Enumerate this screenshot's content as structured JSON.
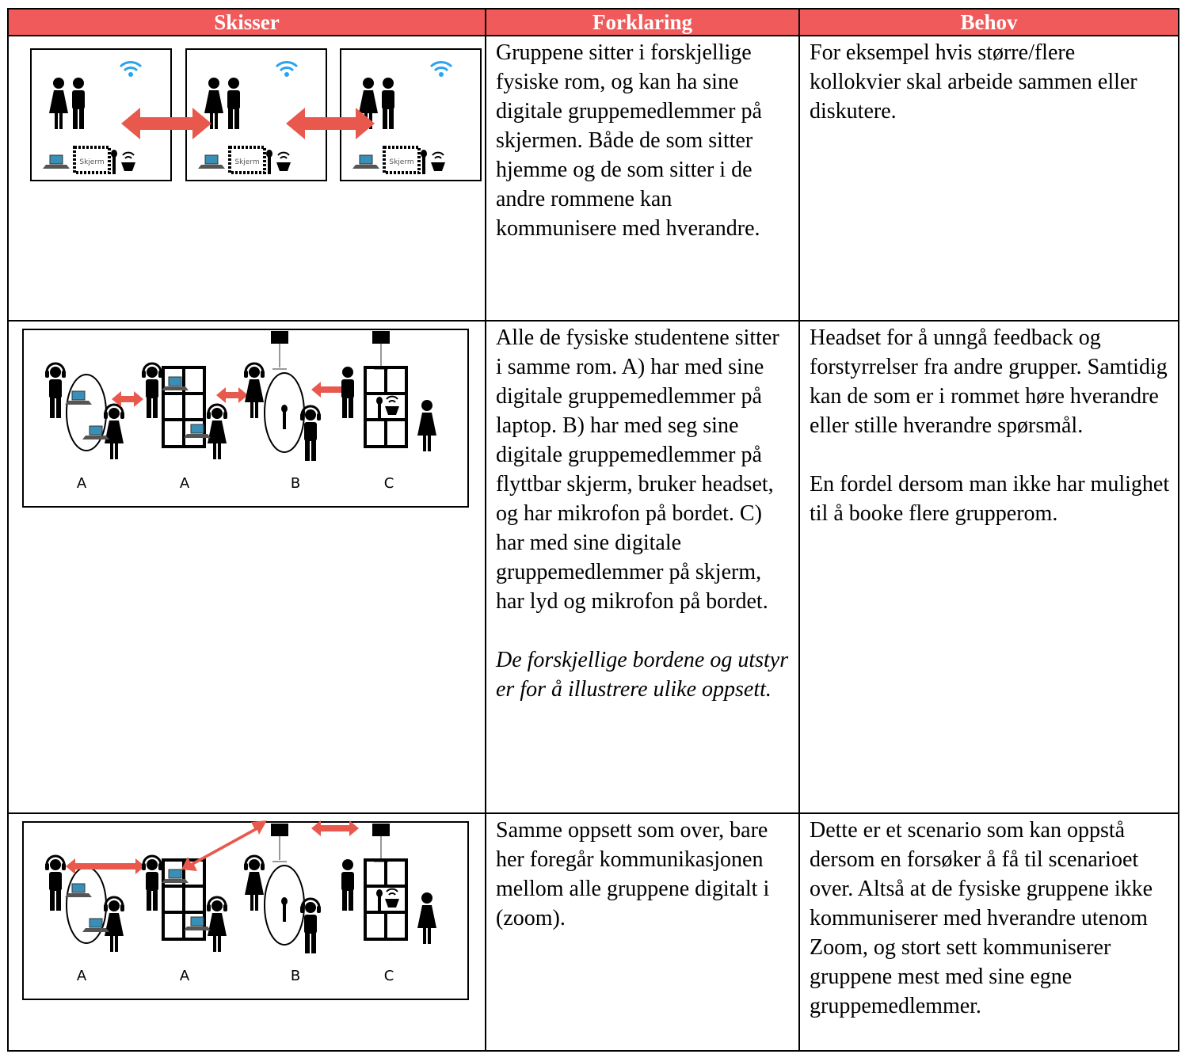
{
  "header": {
    "col1": "Skisser",
    "col2": "Forklaring",
    "col3": "Behov"
  },
  "colors": {
    "header_bg": "#f05a5a",
    "arrow": "#e8584d",
    "wifi": "#2aa3f0"
  },
  "rows": [
    {
      "sketch": {
        "screen_label": "Skjerm",
        "icons": [
          "person-icon",
          "wifi-icon",
          "laptop-icon",
          "screen-icon",
          "microphone-icon",
          "speaker-icon",
          "double-arrow-icon"
        ]
      },
      "explanation": "Gruppene sitter i forskjellige fysiske rom, og kan ha sine digitale gruppemedlemmer på skjermen. Både de som sitter hjemme og de som sitter i de andre rommene kan kommunisere med hverandre.",
      "need": "For eksempel hvis større/flere kollokvier skal arbeide sammen eller diskutere."
    },
    {
      "sketch": {
        "labels": [
          "A",
          "A",
          "B",
          "C"
        ]
      },
      "explanation": "Alle de fysiske studentene sitter i samme rom. A) har med sine digitale gruppemedlemmer på laptop. B) har med seg sine digitale gruppemedlemmer på flyttbar skjerm, bruker headset, og har mikrofon på bordet. C) har med sine digitale gruppemedlemmer på skjerm, har lyd og mikrofon på bordet.",
      "explanation_note": "De forskjellige bordene og utstyr er for å illustrere ulike oppsett.",
      "need": "Headset for å unngå feedback og forstyrrelser fra andre grupper. Samtidig kan de som er i rommet høre hverandre eller stille hverandre spørsmål.",
      "need_2": "En fordel dersom man ikke har mulighet til å booke flere grupperom."
    },
    {
      "sketch": {
        "labels": [
          "A",
          "A",
          "B",
          "C"
        ]
      },
      "explanation": "Samme oppsett som over, bare her foregår kommunikasjonen mellom alle gruppene digitalt i (zoom).",
      "need": "Dette er et scenario som kan oppstå dersom en forsøker å få til scenarioet over. Altså at de fysiske gruppene ikke kommuniserer med hverandre utenom Zoom, og stort sett kommuniserer gruppene mest med sine egne gruppemedlemmer."
    }
  ]
}
